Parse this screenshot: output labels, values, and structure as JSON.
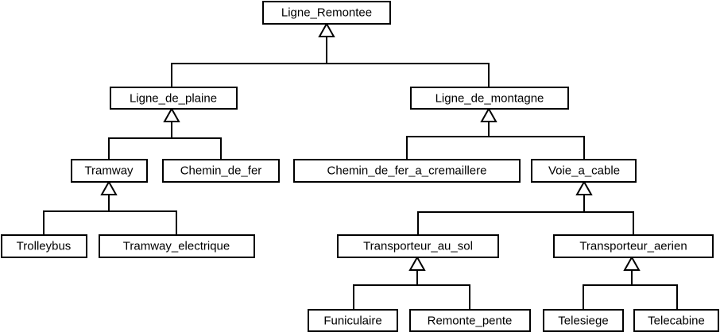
{
  "diagram": {
    "type": "class-inheritance-hierarchy",
    "classes": {
      "ligne_remontee": "Ligne_Remontee",
      "ligne_de_plaine": "Ligne_de_plaine",
      "ligne_de_montagne": "Ligne_de_montagne",
      "tramway": "Tramway",
      "chemin_de_fer": "Chemin_de_fer",
      "chemin_de_fer_a_cremaillere": "Chemin_de_fer_a_cremaillere",
      "voie_a_cable": "Voie_a_cable",
      "trolleybus": "Trolleybus",
      "tramway_electrique": "Tramway_electrique",
      "transporteur_au_sol": "Transporteur_au_sol",
      "transporteur_aerien": "Transporteur_aerien",
      "funiculaire": "Funiculaire",
      "remonte_pente": "Remonte_pente",
      "telesiege": "Telesiege",
      "telecabine": "Telecabine"
    },
    "inheritance": [
      {
        "parent": "Ligne_Remontee",
        "children": [
          "Ligne_de_plaine",
          "Ligne_de_montagne"
        ]
      },
      {
        "parent": "Ligne_de_plaine",
        "children": [
          "Tramway",
          "Chemin_de_fer"
        ]
      },
      {
        "parent": "Ligne_de_montagne",
        "children": [
          "Chemin_de_fer_a_cremaillere",
          "Voie_a_cable"
        ]
      },
      {
        "parent": "Tramway",
        "children": [
          "Trolleybus",
          "Tramway_electrique"
        ]
      },
      {
        "parent": "Voie_a_cable",
        "children": [
          "Transporteur_au_sol",
          "Transporteur_aerien"
        ]
      },
      {
        "parent": "Transporteur_au_sol",
        "children": [
          "Funiculaire",
          "Remonte_pente"
        ]
      },
      {
        "parent": "Transporteur_aerien",
        "children": [
          "Telesiege",
          "Telecabine"
        ]
      }
    ]
  }
}
